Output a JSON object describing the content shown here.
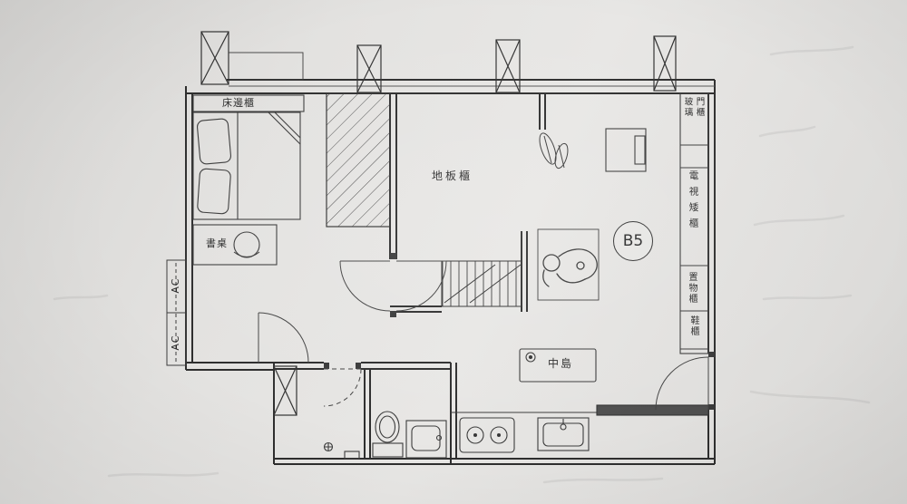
{
  "meta": {
    "document_type": "apartment floor plan (scanned photo)",
    "unit_no": "B5"
  },
  "colors": {
    "paper": "#e4e3e1",
    "line": "#333333",
    "dark_fill": "#4f4f4f"
  },
  "labels": {
    "bedside_cabinet": "床邊櫃",
    "desk": "書桌",
    "floor_cabinet": "地板櫃",
    "ac_upper": "AC",
    "ac_lower": "AC",
    "unit": "B5",
    "island": "中島",
    "glass_cabinet_col1": "玻璃",
    "glass_cabinet_col2": "門櫃",
    "tv_low_cabinet": "電視矮櫃",
    "storage_cabinet": "置物櫃",
    "shoe_cabinet": "鞋櫃"
  }
}
